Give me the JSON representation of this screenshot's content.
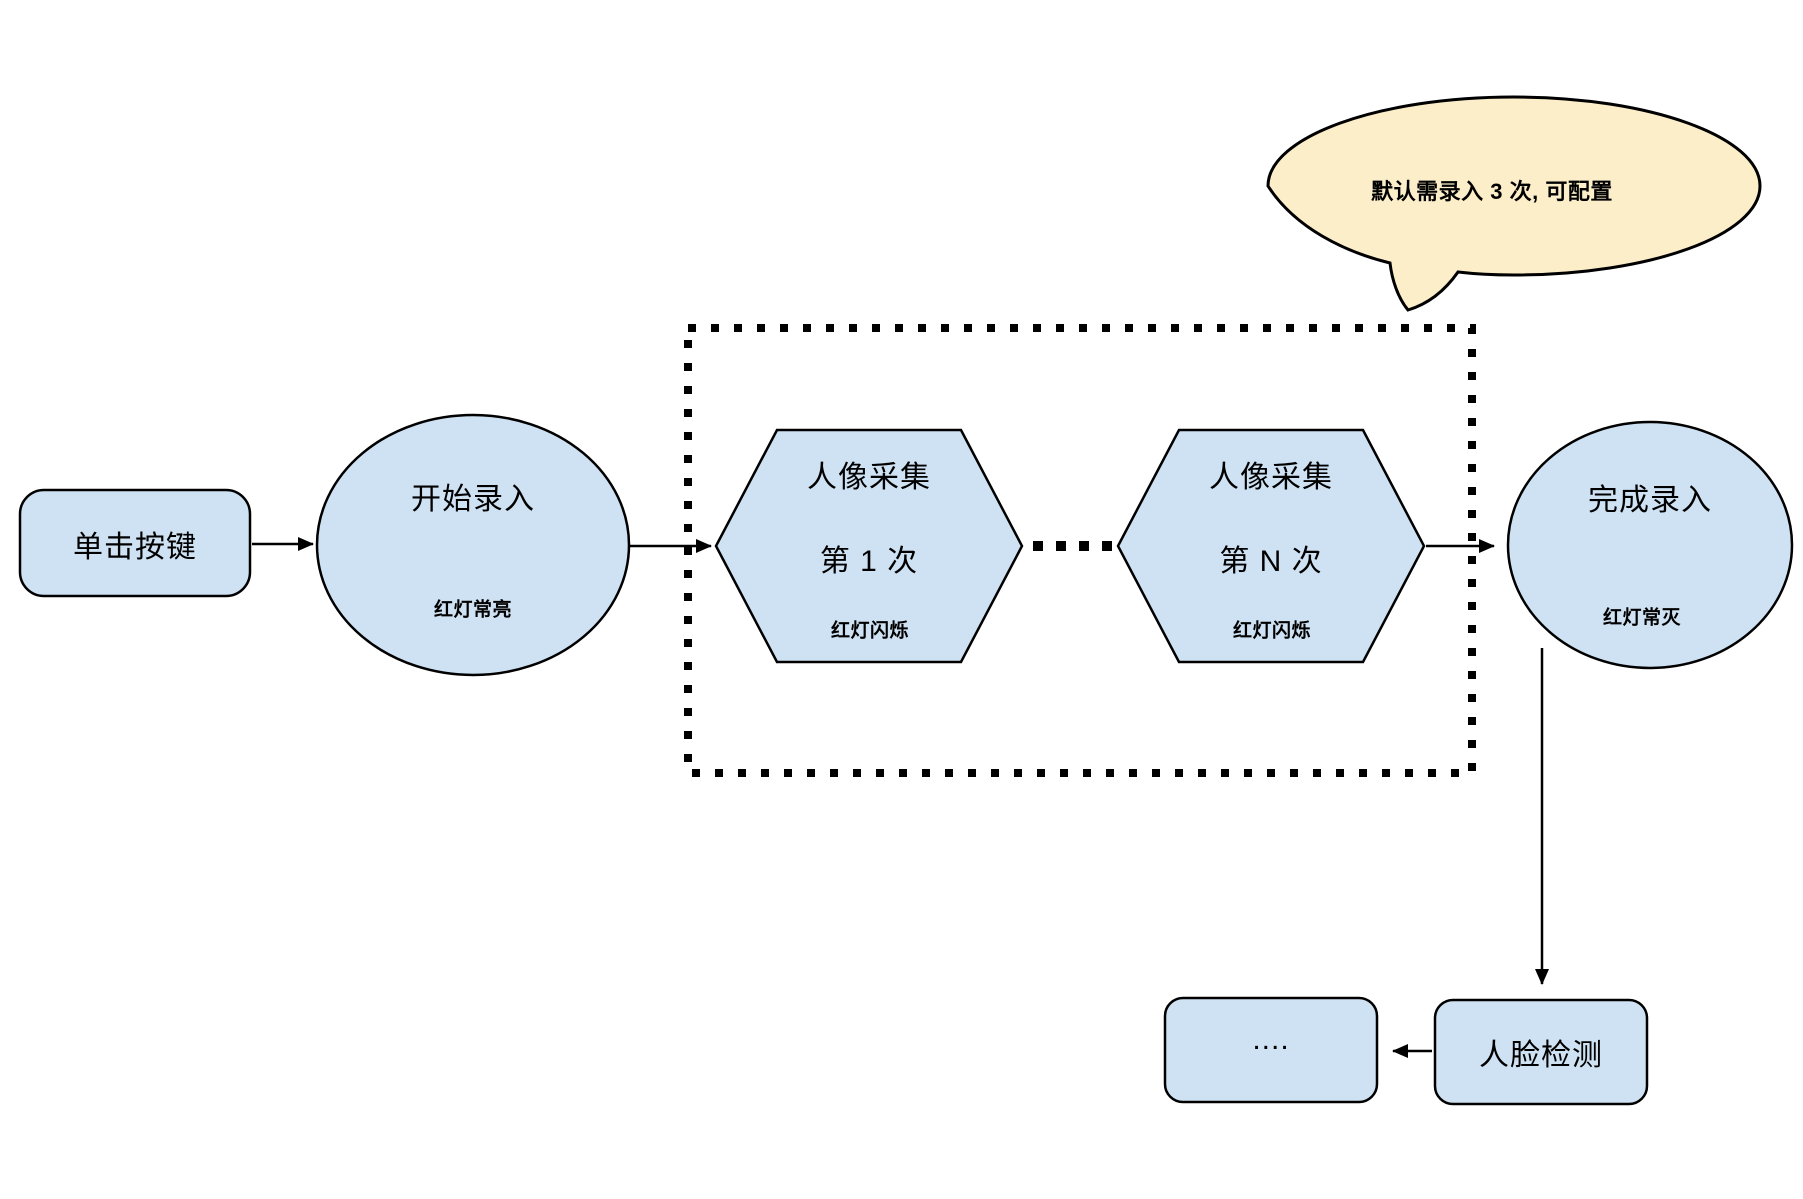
{
  "diagram": {
    "colors": {
      "node_fill": "#cfe2f3",
      "node_stroke": "#000000",
      "callout_fill": "#fbeec9",
      "connector": "#000000"
    },
    "callout": {
      "text": "默认需录入 3 次, 可配置"
    },
    "nodes": {
      "click_button": {
        "shape": "rounded-rect",
        "label": "单击按键"
      },
      "start_enroll": {
        "shape": "ellipse",
        "label": "开始录入",
        "status": "红灯常亮"
      },
      "capture_first": {
        "shape": "hexagon",
        "label": "人像采集",
        "sequence": "第 1 次",
        "status": "红灯闪烁"
      },
      "capture_nth": {
        "shape": "hexagon",
        "label": "人像采集",
        "sequence": "第 N 次",
        "status": "红灯闪烁"
      },
      "finish_enroll": {
        "shape": "ellipse",
        "label": "完成录入",
        "status": "红灯常灭"
      },
      "face_detection": {
        "shape": "rounded-rect",
        "label": "人脸检测"
      },
      "continuation": {
        "shape": "rounded-rect",
        "label": "...."
      }
    }
  }
}
